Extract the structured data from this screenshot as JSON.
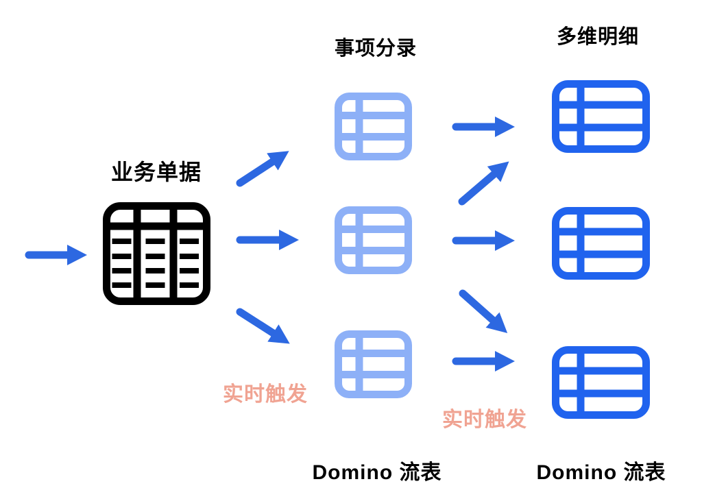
{
  "diagram": {
    "labels": {
      "source_title": "业务单据",
      "middle_column_title": "事项分录",
      "right_column_title": "多维明细",
      "trigger_left": "实时触发",
      "trigger_right": "实时触发",
      "middle_column_caption": "Domino 流表",
      "right_column_caption": "Domino 流表"
    },
    "icons": {
      "source": "business-doc-table-icon",
      "middle": [
        "entry-table-icon-1",
        "entry-table-icon-2",
        "entry-table-icon-3"
      ],
      "right": [
        "detail-table-icon-1",
        "detail-table-icon-2",
        "detail-table-icon-3"
      ]
    },
    "connections": [
      {
        "from": "input",
        "to": "business-doc"
      },
      {
        "from": "business-doc",
        "to": "entry-table-1"
      },
      {
        "from": "business-doc",
        "to": "entry-table-2"
      },
      {
        "from": "business-doc",
        "to": "entry-table-3"
      },
      {
        "from": "entry-table-1",
        "to": "detail-table-1"
      },
      {
        "from": "entry-table-2",
        "to": "detail-table-1"
      },
      {
        "from": "entry-table-2",
        "to": "detail-table-2"
      },
      {
        "from": "entry-table-2",
        "to": "detail-table-3"
      },
      {
        "from": "entry-table-3",
        "to": "detail-table-3"
      }
    ]
  },
  "colors": {
    "icon_black": "#000000",
    "icon_light_blue": "#8DB0F7",
    "icon_dark_blue": "#2063EE",
    "arrow_blue": "#2D68E1",
    "trigger_pink": "#F0A392",
    "text_black": "#000000",
    "background": "#FFFFFF"
  }
}
